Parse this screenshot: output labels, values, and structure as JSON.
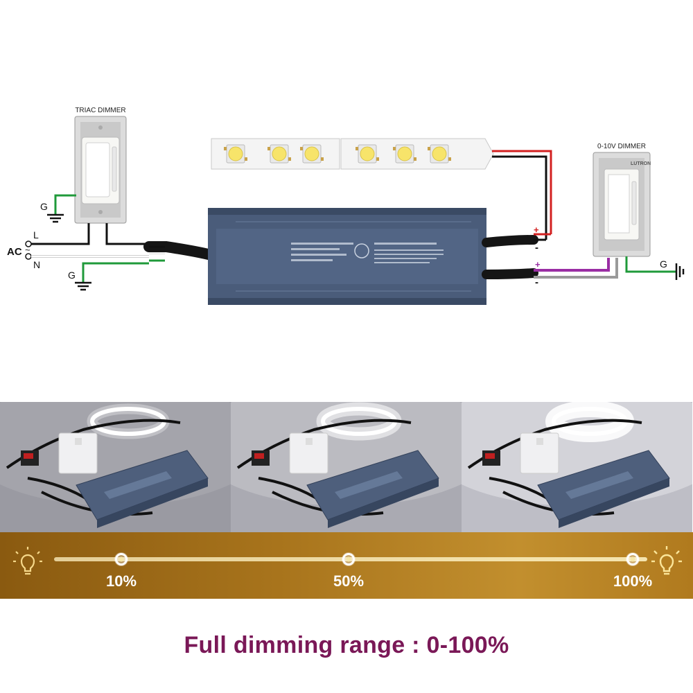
{
  "diagram": {
    "triac_title": "TRIAC DIMMER",
    "dimmer010_title": "0-10V DIMMER",
    "ground_label": "G",
    "ac_label": "AC",
    "ac_symbol": "~",
    "line_label": "L",
    "neutral_label": "N",
    "plus_symbol": "+",
    "minus_symbol": "-",
    "lutron_logo": "LUTRON"
  },
  "colors": {
    "driver_body": "#4a5c7a",
    "wire_red": "#d32020",
    "wire_black": "#111111",
    "wire_purple": "#9a2ea4",
    "wire_gray": "#9a9a9a",
    "wire_green": "#1f9a3a",
    "caption": "#7a1857",
    "bar_gold": "#a8741c"
  },
  "slider": {
    "marks": [
      {
        "label": "10%",
        "value": 10
      },
      {
        "label": "50%",
        "value": 50
      },
      {
        "label": "100%",
        "value": 100
      }
    ],
    "left_icon": "bulb-dim-icon",
    "right_icon": "bulb-bright-icon"
  },
  "photos": [
    {
      "brightness": 10
    },
    {
      "brightness": 50
    },
    {
      "brightness": 100
    }
  ],
  "caption": "Full dimming range : 0-100%"
}
